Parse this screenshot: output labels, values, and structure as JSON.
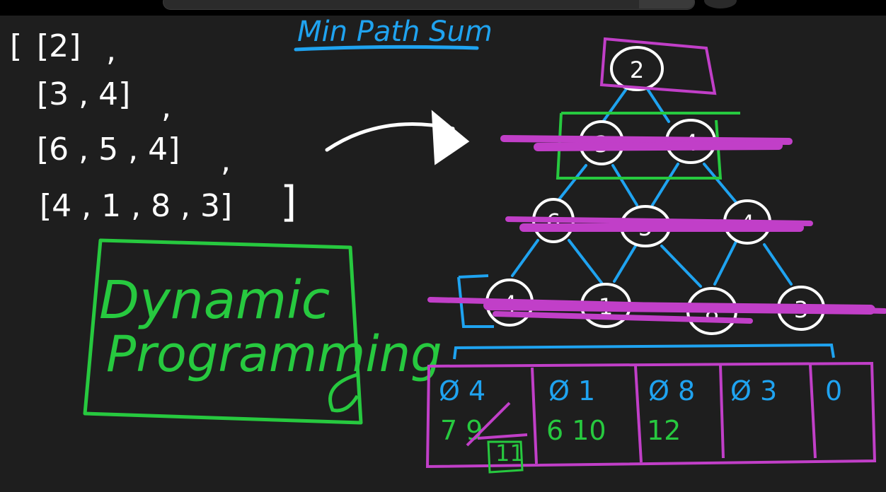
{
  "title": "Min Path Sum",
  "matrix_lines": [
    "[ [2],",
    "[3, 4],",
    "[6, 5, 4],",
    "[4, 1, 8, 3] ]"
  ],
  "matrix_rows": [
    "[2]",
    "[3 , 4]",
    "[6 , 5 , 4]",
    "[4 , 1 , 8 , 3]"
  ],
  "box_label": [
    "Dynamic",
    "Programming"
  ],
  "tree": {
    "rows": [
      [
        "2"
      ],
      [
        "3",
        "4"
      ],
      [
        "6",
        "5",
        "4"
      ],
      [
        "4",
        "1",
        "8",
        "3"
      ]
    ]
  },
  "dp_table": {
    "row1": [
      "Ø 4",
      "Ø 1",
      "Ø 8",
      "Ø 3",
      "0"
    ],
    "row2": [
      "7 9",
      "6 10",
      "12",
      "",
      ""
    ],
    "row3": [
      "11",
      "",
      "",
      "",
      ""
    ]
  },
  "colors": {
    "background": "#1e1e1e",
    "title": "#1fa3f0",
    "tree_arrow": "#1fa3f0",
    "node": "#ffffff",
    "highlight": "#c13fc8",
    "green": "#27c93f",
    "blue_value": "#1fa3f0"
  }
}
